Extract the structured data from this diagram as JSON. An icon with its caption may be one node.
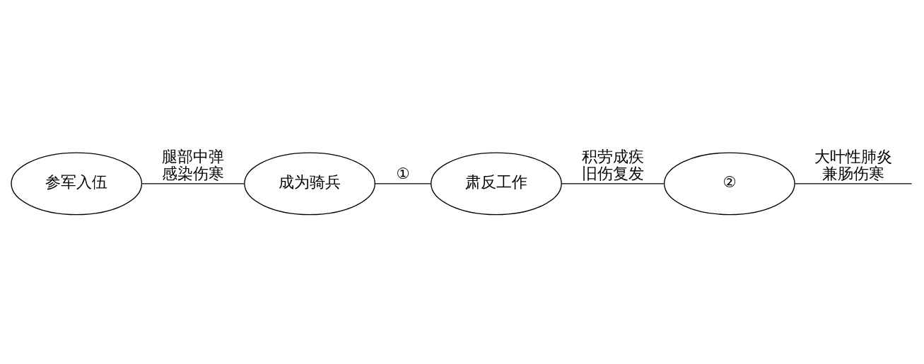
{
  "diagram": {
    "nodes": [
      {
        "text": [
          "参军入伍"
        ]
      },
      {
        "text": [
          "成为骑兵"
        ]
      },
      {
        "text": [
          "肃反工作"
        ]
      },
      {
        "text": [
          "②"
        ]
      }
    ],
    "edges": [
      {
        "from": 0,
        "to": 1,
        "arrow": "none",
        "label": "腿部中弹感染伤寒"
      },
      {
        "from": 1,
        "to": 2,
        "arrow": "none",
        "label": "①"
      },
      {
        "from": 2,
        "to": 3,
        "arrow": "none",
        "label": "积劳成疾旧伤复发"
      },
      {
        "from": 3,
        "to": null,
        "arrow": "none",
        "label": "大叶性肺炎兼肠伤寒"
      }
    ]
  }
}
